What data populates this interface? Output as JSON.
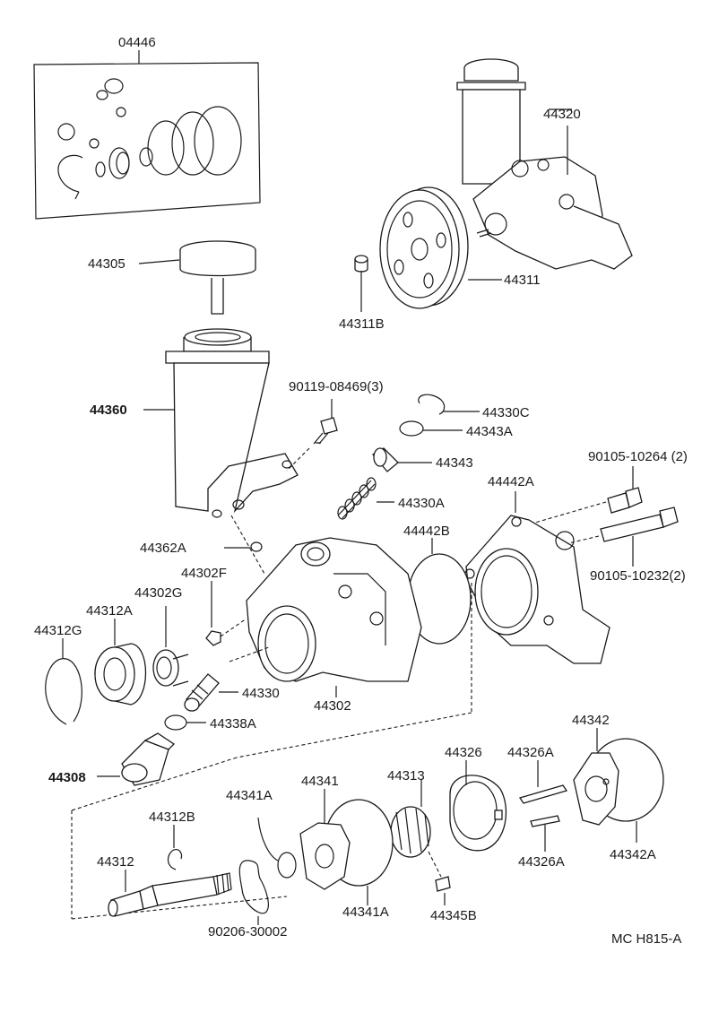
{
  "diagram": {
    "labels": {
      "p04446": "04446",
      "p44320": "44320",
      "p44305": "44305",
      "p44311": "44311",
      "p44311B": "44311B",
      "p44360": "44360",
      "p90119": "90119-08469(3)",
      "p44330C": "44330C",
      "p44343A": "44343A",
      "p44343": "44343",
      "p90105a": "90105-10264 (2)",
      "p44330A": "44330A",
      "p44442A": "44442A",
      "p44442B": "44442B",
      "p44362A": "44362A",
      "p90105b": "90105-10232(2)",
      "p44302F": "44302F",
      "p44302G": "44302G",
      "p44312A": "44312A",
      "p44312G": "44312G",
      "p44330": "44330",
      "p44302": "44302",
      "p44338A": "44338A",
      "p44308": "44308",
      "p44342": "44342",
      "p44326": "44326",
      "p44326A_top": "44326A",
      "p44313": "44313",
      "p44341": "44341",
      "p44341A_top": "44341A",
      "p44312B": "44312B",
      "p44312": "44312",
      "p44326A_bottom": "44326A",
      "p44342A": "44342A",
      "p44345B": "44345B",
      "p44341A_bottom": "44341A",
      "p90206": "90206-30002",
      "footer_code": "MC H815-A"
    }
  }
}
